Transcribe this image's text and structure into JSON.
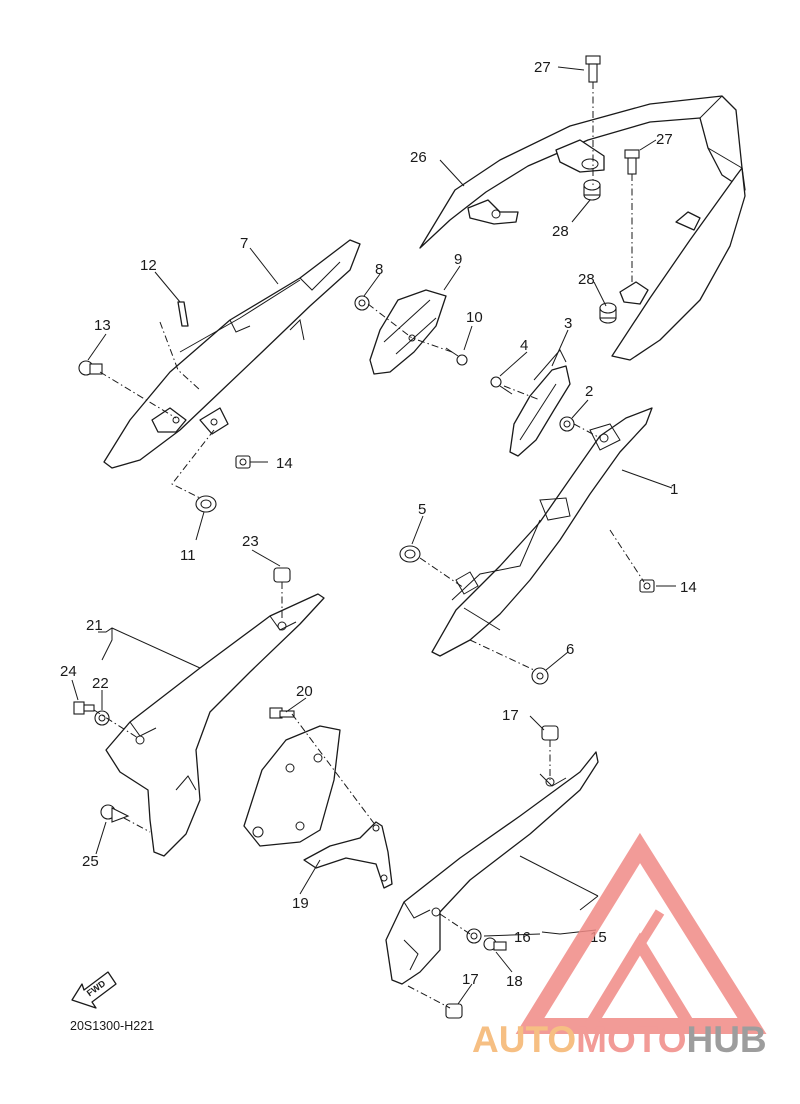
{
  "diagram": {
    "drawing_code": "20S1300-H221",
    "fwd_label": "FWD",
    "callouts": {
      "c1": "1",
      "c2": "2",
      "c3": "3",
      "c4": "4",
      "c5": "5",
      "c6": "6",
      "c7": "7",
      "c8": "8",
      "c9": "9",
      "c10": "10",
      "c11": "11",
      "c12": "12",
      "c13": "13",
      "c14a": "14",
      "c14b": "14",
      "c15": "15",
      "c16": "16",
      "c17a": "17",
      "c17b": "17",
      "c18": "18",
      "c19": "19",
      "c20": "20",
      "c21": "21",
      "c22": "22",
      "c23": "23",
      "c24": "24",
      "c25": "25",
      "c26": "26",
      "c27a": "27",
      "c27b": "27",
      "c28a": "28",
      "c28b": "28"
    }
  },
  "watermark": {
    "part1": "AUTO",
    "part2": "MOTO",
    "part3": "HUB",
    "colors": {
      "orange": "#f5b56e",
      "red": "#f08a86",
      "gray": "#8c8c8c"
    }
  }
}
